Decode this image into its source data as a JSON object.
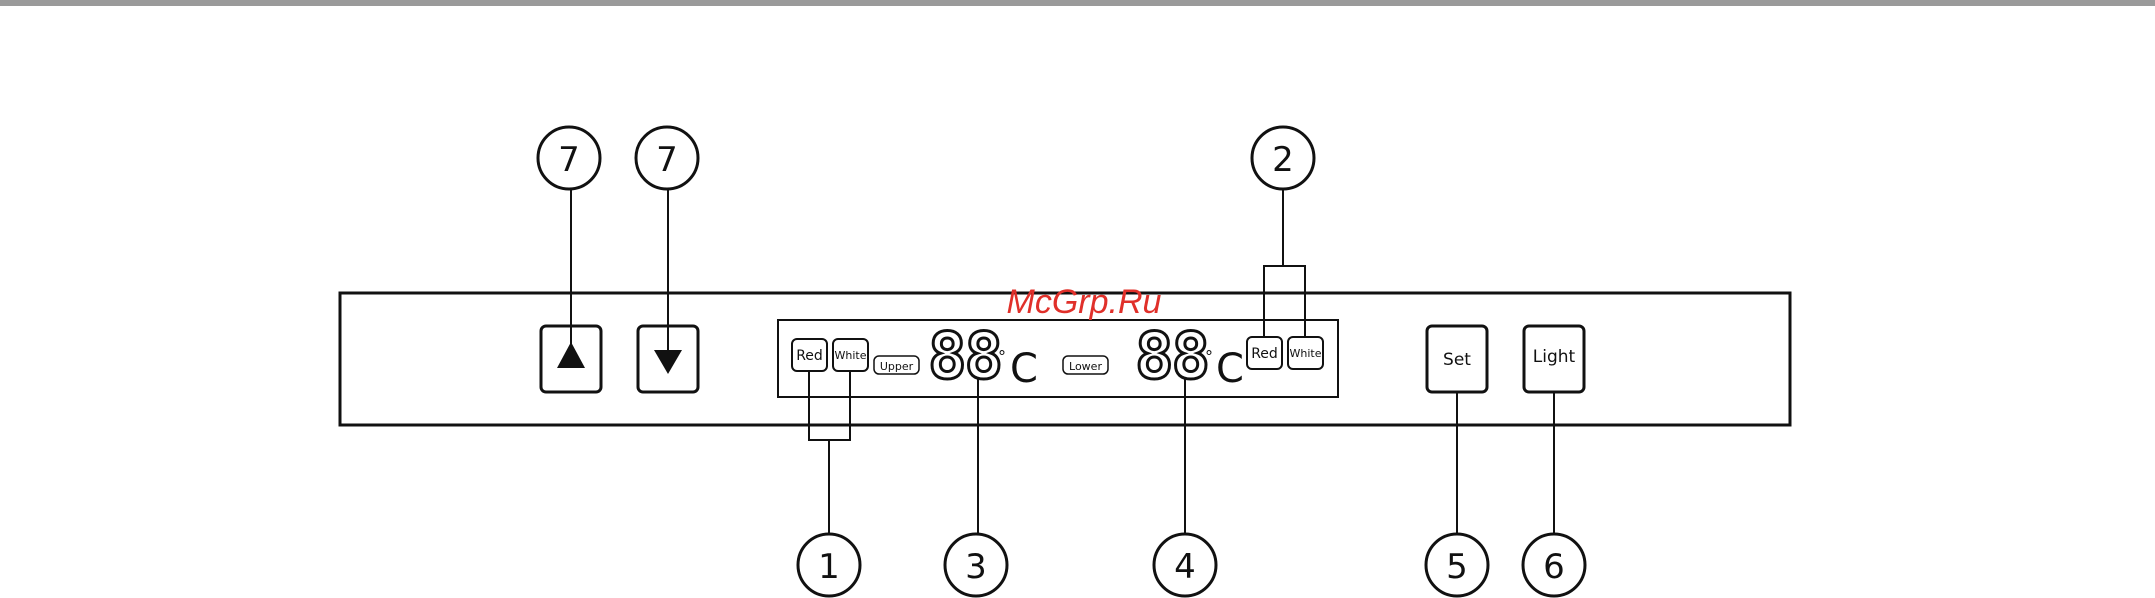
{
  "watermark": "McGrp.Ru",
  "callouts": {
    "up": "7",
    "down": "7",
    "upper_leds": "1",
    "lower_leds": "2",
    "upper_display": "3",
    "lower_display": "4",
    "set": "5",
    "light": "6"
  },
  "panel": {
    "upper_red_label": "Red",
    "upper_white_label": "White",
    "upper_zone_label": "Upper",
    "upper_digits": "88",
    "upper_degree": "°",
    "upper_unit": "C",
    "lower_zone_label": "Lower",
    "lower_digits": "88",
    "lower_degree": "°",
    "lower_unit": "C",
    "lower_red_label": "Red",
    "lower_white_label": "White",
    "set_label": "Set",
    "light_label": "Light"
  },
  "icons": {
    "up": "arrow-up-triangle-icon",
    "down": "arrow-down-triangle-icon"
  }
}
